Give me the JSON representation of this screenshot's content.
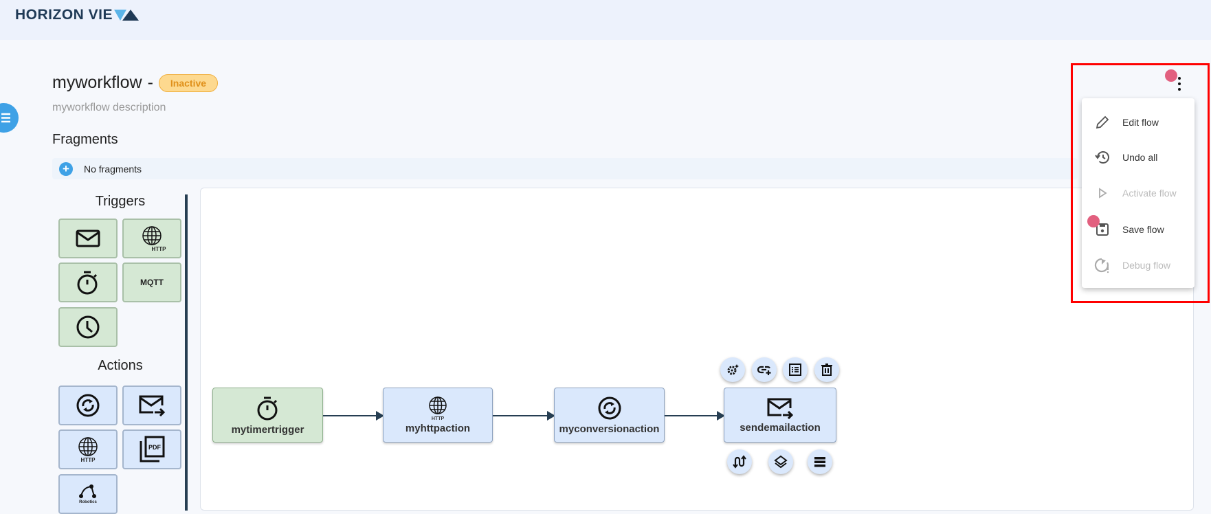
{
  "header": {
    "logo_text": "HORIZON VIE"
  },
  "workflow": {
    "name": "myworkflow",
    "separator": "-",
    "status": "Inactive",
    "description": "myworkflow description"
  },
  "fragments": {
    "heading": "Fragments",
    "empty_text": "No fragments"
  },
  "palette": {
    "triggers_heading": "Triggers",
    "triggers": [
      {
        "icon": "email-icon"
      },
      {
        "icon": "http-globe-icon",
        "label": "HTTP"
      },
      {
        "icon": "timer-icon"
      },
      {
        "icon": "mqtt-icon",
        "label": "MQTT"
      },
      {
        "icon": "clock-icon"
      }
    ],
    "actions_heading": "Actions",
    "actions": [
      {
        "icon": "conversion-icon"
      },
      {
        "icon": "send-email-icon"
      },
      {
        "icon": "http-globe-icon",
        "label": "HTTP"
      },
      {
        "icon": "pdf-icon",
        "label": "PDF"
      },
      {
        "icon": "robotics-icon",
        "label": "Robotics"
      }
    ]
  },
  "flow": {
    "nodes": [
      {
        "label": "mytimertrigger",
        "type": "trigger",
        "icon": "timer-icon"
      },
      {
        "label": "myhttpaction",
        "type": "action",
        "icon": "http-globe-icon",
        "sub": "HTTP"
      },
      {
        "label": "myconversionaction",
        "type": "action",
        "icon": "conversion-icon"
      },
      {
        "label": "sendemailaction",
        "type": "action",
        "icon": "send-email-icon"
      }
    ]
  },
  "menu": {
    "items": [
      {
        "label": "Edit flow",
        "icon": "pencil-icon",
        "enabled": true
      },
      {
        "label": "Undo all",
        "icon": "history-icon",
        "enabled": true
      },
      {
        "label": "Activate flow",
        "icon": "play-icon",
        "enabled": false
      },
      {
        "label": "Save flow",
        "icon": "save-icon",
        "enabled": true
      },
      {
        "label": "Debug flow",
        "icon": "debug-icon",
        "enabled": false
      }
    ]
  },
  "colors": {
    "trigger_fill": "#d5e8d4",
    "action_fill": "#dae8fc",
    "highlight": "#ff0000",
    "badge": "#fdd98f",
    "accent": "#3ea1e6",
    "marker": "#e2607f"
  }
}
